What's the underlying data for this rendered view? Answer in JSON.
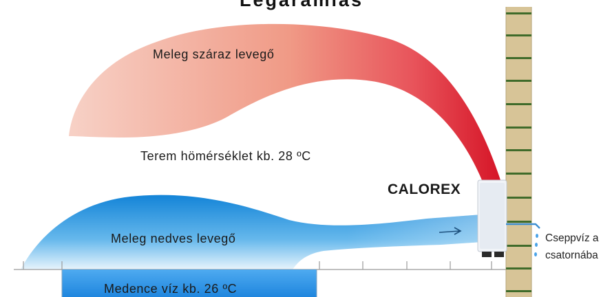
{
  "title": "Légáramlás",
  "labels": {
    "dry_air": "Meleg száraz levegő",
    "room_temp": "Terem hömérséklet kb. 28 ºC",
    "humid_air": "Meleg nedves levegő",
    "pool_water": "Medence víz kb. 26 ºC"
  },
  "unit": {
    "brand": "CALOREX"
  },
  "drain": {
    "line1": "Cseppvíz a",
    "line2": "csatornába"
  },
  "colors": {
    "warm_dry_air": "#e3202e",
    "humid_air": "#1f8fdc",
    "pool_water": "#2a94e6",
    "wall": "#d7c497",
    "wall_band": "#3f6b2a"
  }
}
